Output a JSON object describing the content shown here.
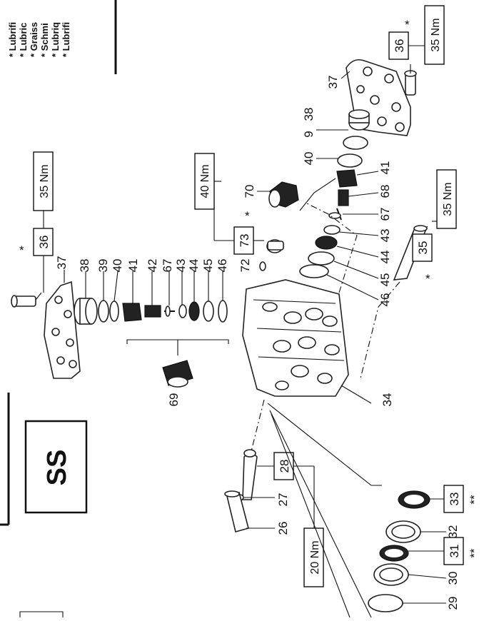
{
  "notes": [
    "* Lubrifi",
    "* Lubric",
    "* Graiss",
    "* Schmi",
    "* Lubriq",
    "* Lubrifi"
  ],
  "ss_label": "SS",
  "torque": {
    "t36_top": "35 Nm",
    "t36_left": "35 Nm",
    "t73": "40 Nm",
    "t35": "35 Nm",
    "t28": "20 Nm"
  },
  "boxed": {
    "b36_top": "36",
    "b36_left": "36",
    "b73": "73",
    "b35": "35",
    "b28": "28",
    "b33": "33",
    "b31": "31"
  },
  "markers": {
    "star": "*",
    "double": "**"
  },
  "labels": {
    "p37_top": "37",
    "p38_right": "38",
    "p9": "9",
    "p40_right": "40",
    "p41_right": "41",
    "p68": "68",
    "p67_right": "67",
    "p43_right": "43",
    "p44_right": "44",
    "p45_right": "45",
    "p46_right": "46",
    "p37_left": "37",
    "p38": "38",
    "p39": "39",
    "p40": "40",
    "p41": "41",
    "p42": "42",
    "p67": "67",
    "p43": "43",
    "p44": "44",
    "p45": "45",
    "p46": "46",
    "p70": "70",
    "p72": "72",
    "p69": "69",
    "p34": "34",
    "p27": "27",
    "p26": "26",
    "p32": "32",
    "p30": "30",
    "p29": "29"
  }
}
